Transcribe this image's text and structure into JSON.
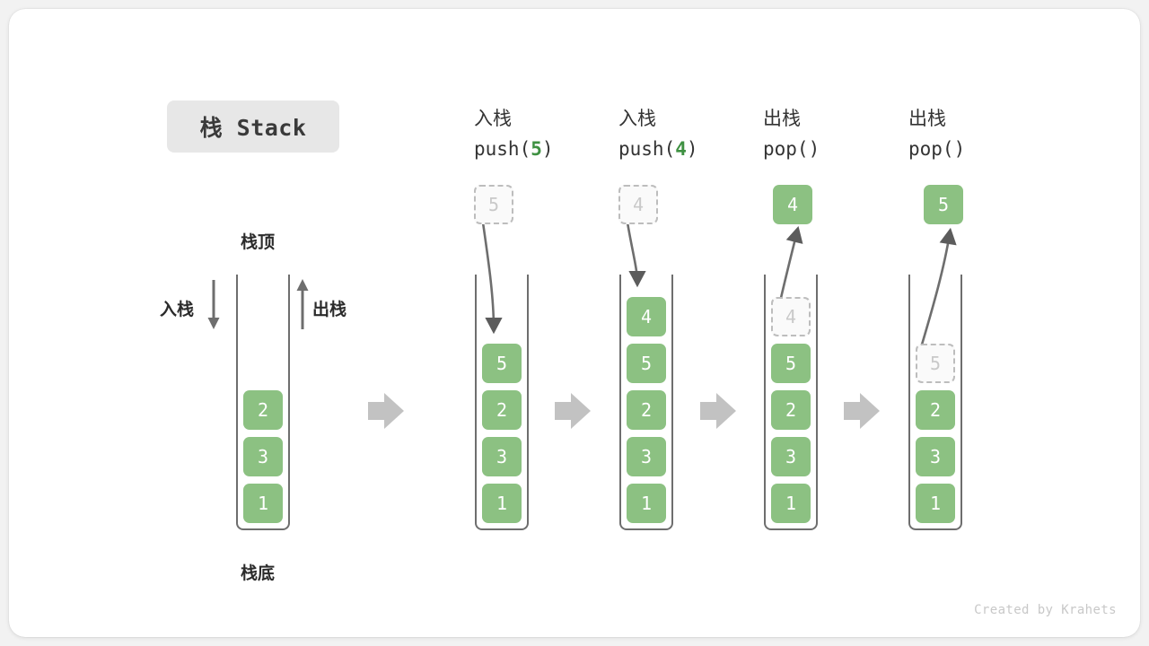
{
  "title_badge": "栈 Stack",
  "labels": {
    "top": "栈顶",
    "bottom": "栈底",
    "push_side": "入栈",
    "pop_side": "出栈"
  },
  "credit": "Created by Krahets",
  "colors": {
    "cell_fill": "#8cc182",
    "cell_text": "#ffffff",
    "ghost_border": "#bdbdbd",
    "ghost_text": "#c9c9c9",
    "arrow": "#b0b0b0",
    "stroke": "#6e6e6e",
    "accent_green": "#3f9142",
    "badge_bg": "#e7e7e7",
    "card_bg": "#ffffff",
    "page_bg": "#f2f2f2"
  },
  "columns": [
    {
      "id": "initial",
      "head_cn": "",
      "head_code": "",
      "head_arg": "",
      "floating": null,
      "stack": [
        "2",
        "3",
        "1"
      ]
    },
    {
      "id": "push-5",
      "head_cn": "入栈",
      "head_code_pre": "push(",
      "head_arg": "5",
      "head_code_post": ")",
      "floating": {
        "value": "5",
        "style": "ghost",
        "direction": "down"
      },
      "stack": [
        "5",
        "2",
        "3",
        "1"
      ]
    },
    {
      "id": "push-4",
      "head_cn": "入栈",
      "head_code_pre": "push(",
      "head_arg": "4",
      "head_code_post": ")",
      "floating": {
        "value": "4",
        "style": "ghost",
        "direction": "down"
      },
      "stack": [
        "4",
        "5",
        "2",
        "3",
        "1"
      ]
    },
    {
      "id": "pop-1",
      "head_cn": "出栈",
      "head_code_pre": "pop(",
      "head_arg": "",
      "head_code_post": ")",
      "floating": {
        "value": "4",
        "style": "solid",
        "direction": "up"
      },
      "stack": [
        "4",
        "5",
        "2",
        "3",
        "1"
      ],
      "ghost_top_count": 1
    },
    {
      "id": "pop-2",
      "head_cn": "出栈",
      "head_code_pre": "pop(",
      "head_arg": "",
      "head_code_post": ")",
      "floating": {
        "value": "5",
        "style": "solid",
        "direction": "up"
      },
      "stack": [
        "5",
        "2",
        "3",
        "1"
      ],
      "ghost_top_count": 1
    }
  ],
  "step_arrows": 4
}
